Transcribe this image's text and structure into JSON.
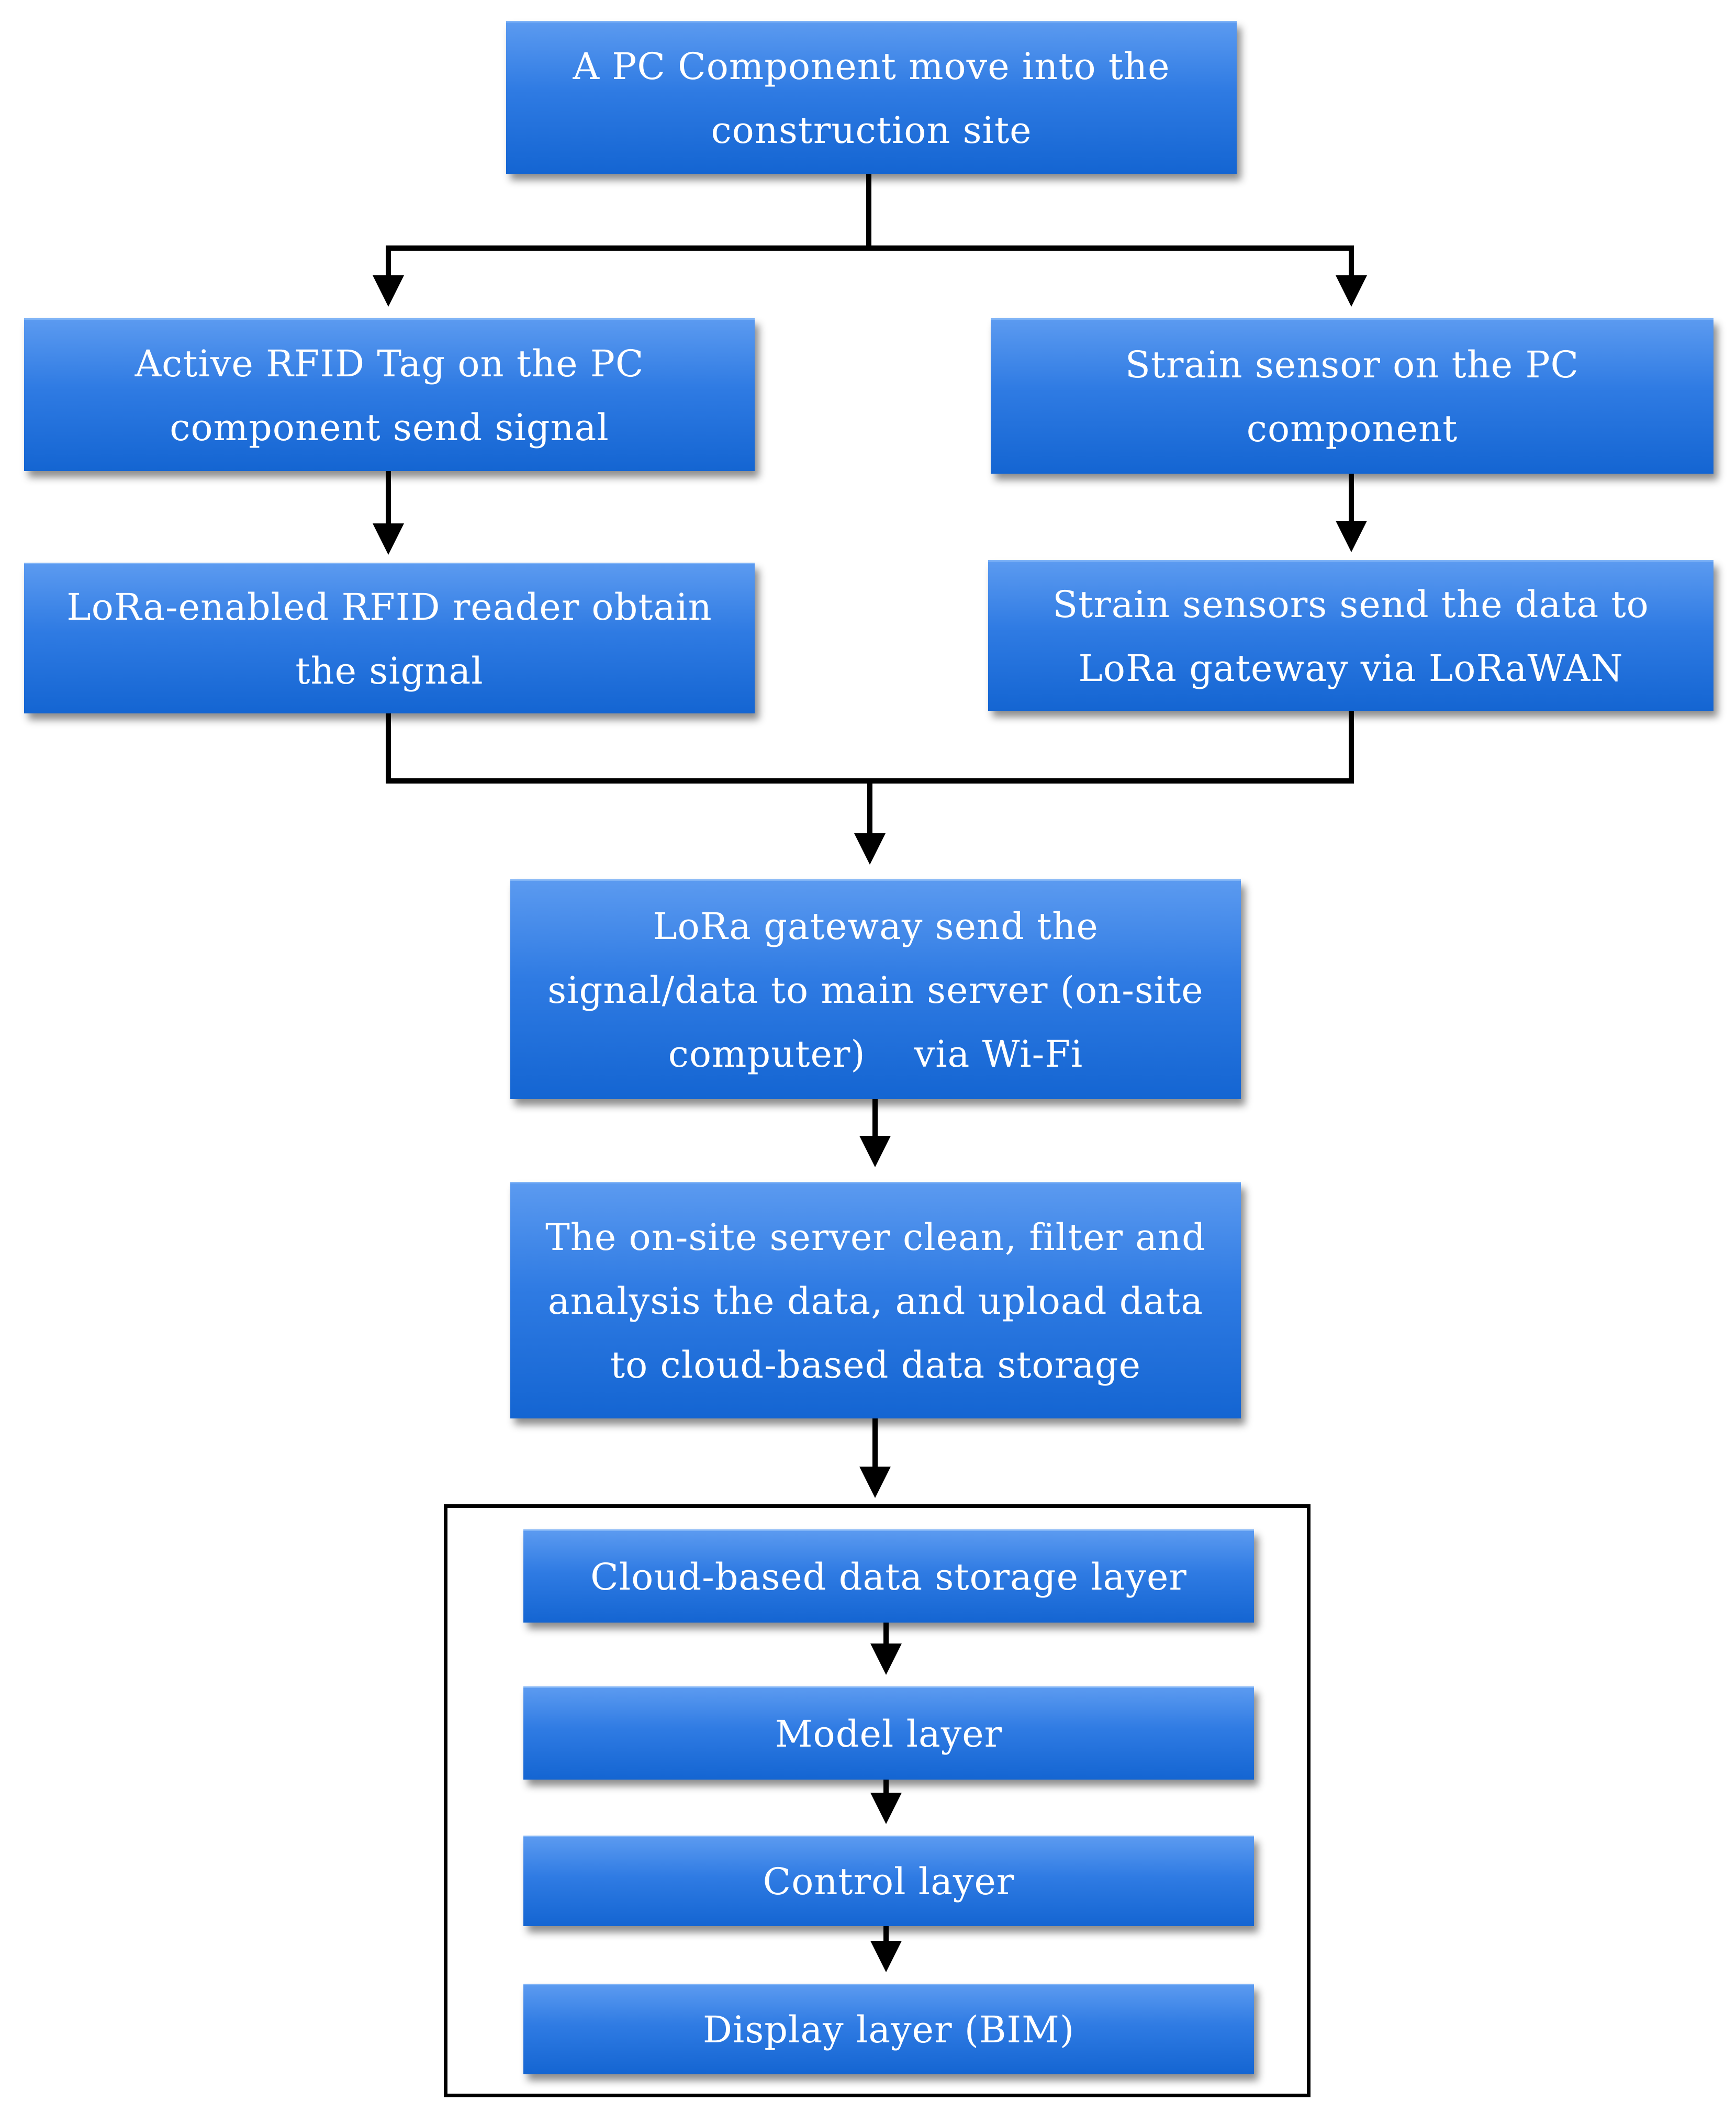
{
  "nodes": {
    "pc_move": {
      "lines": [
        "A PC Component move into the",
        "construction site"
      ]
    },
    "rfid_tag": {
      "lines": [
        "Active RFID Tag on the PC",
        "component send signal"
      ]
    },
    "strain_sensor": {
      "lines": [
        "Strain sensor on the PC",
        "component"
      ]
    },
    "rfid_reader": {
      "lines": [
        "LoRa-enabled RFID reader obtain",
        "the signal"
      ]
    },
    "strain_send": {
      "lines": [
        "Strain sensors send the data to",
        "LoRa gateway via LoRaWAN"
      ]
    },
    "gateway": {
      "lines": [
        "LoRa gateway send the",
        "signal/data to main server (on-site",
        "computer)    via Wi-Fi"
      ]
    },
    "server": {
      "lines": [
        "The on-site server clean, filter and",
        "analysis the data, and upload data",
        "to cloud-based data storage"
      ]
    },
    "cloud_layer": {
      "lines": [
        "Cloud-based data storage layer"
      ]
    },
    "model_layer": {
      "lines": [
        "Model layer"
      ]
    },
    "control_layer": {
      "lines": [
        "Control layer"
      ]
    },
    "display_layer": {
      "lines": [
        "Display layer (BIM)"
      ]
    }
  },
  "edges": [
    {
      "from": "pc_move",
      "to": "rfid_tag"
    },
    {
      "from": "pc_move",
      "to": "strain_sensor"
    },
    {
      "from": "rfid_tag",
      "to": "rfid_reader"
    },
    {
      "from": "strain_sensor",
      "to": "strain_send"
    },
    {
      "from": "rfid_reader",
      "to": "gateway"
    },
    {
      "from": "strain_send",
      "to": "gateway"
    },
    {
      "from": "gateway",
      "to": "server"
    },
    {
      "from": "server",
      "to": "cloud_layer"
    },
    {
      "from": "cloud_layer",
      "to": "model_layer"
    },
    {
      "from": "model_layer",
      "to": "control_layer"
    },
    {
      "from": "control_layer",
      "to": "display_layer"
    }
  ],
  "colors": {
    "box_top": "#5b9af0",
    "box_mid": "#2f7be3",
    "box_bottom": "#1465d2",
    "box_text": "#ffffff",
    "connector": "#000000",
    "frame": "#000000"
  }
}
